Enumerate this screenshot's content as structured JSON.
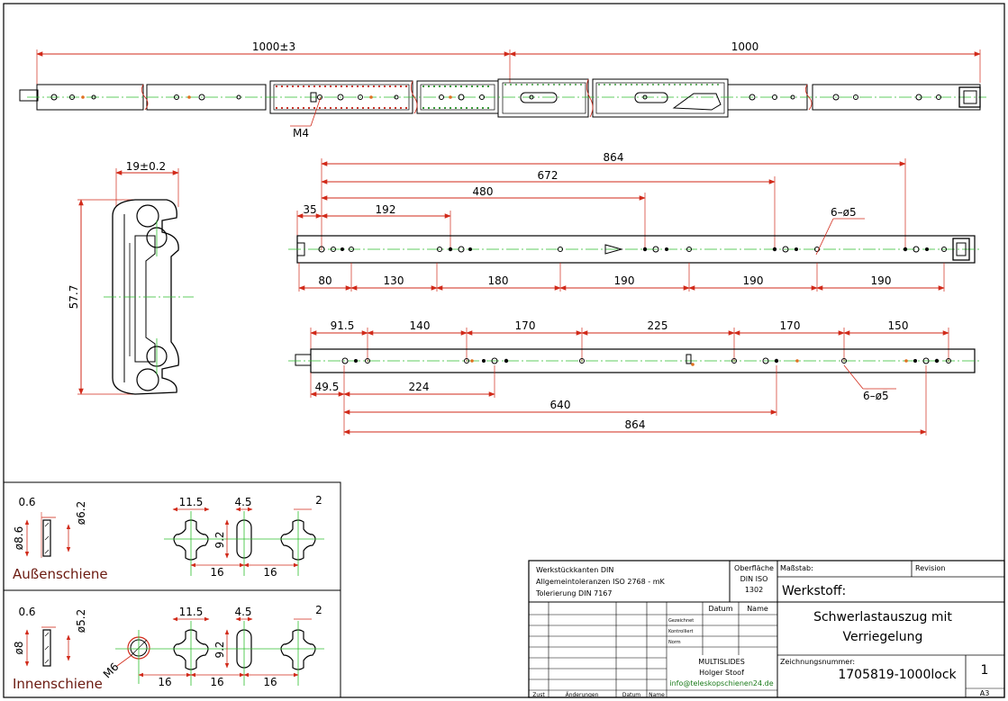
{
  "colors": {
    "dim_line": "#d12a1a",
    "center_line": "#2fbf2f",
    "outline": "#000000",
    "label": "#6b1a10",
    "mark_orange": "#e07020",
    "link": "#1a7a1a"
  },
  "top_view": {
    "dim_left": "1000±3",
    "dim_right": "1000",
    "thread_label": "M4"
  },
  "cross_section": {
    "width": "19±0.2",
    "height": "57.7"
  },
  "outer_rail": {
    "top_dims": [
      "864",
      "672",
      "480",
      "192",
      "35"
    ],
    "hole_label": "6–ø5",
    "bottom_dims": [
      "80",
      "130",
      "180",
      "190",
      "190",
      "190"
    ]
  },
  "inner_rail": {
    "top_dims": [
      "91.5",
      "140",
      "170",
      "225",
      "170",
      "150"
    ],
    "hole_label": "6–ø5",
    "bottom_dims": [
      "49.5",
      "224",
      "640",
      "864"
    ]
  },
  "details": {
    "outer": {
      "label": "Außenschiene",
      "dims": {
        "thick": "0.6",
        "d1": "ø6.2",
        "d2": "ø8.6",
        "w1": "11.5",
        "w2": "4.5",
        "w3": "2",
        "h": "9.2",
        "s1": "16",
        "s2": "16"
      }
    },
    "inner": {
      "label": "Innenschiene",
      "dims": {
        "thick": "0.6",
        "d1": "ø5.2",
        "d2": "ø8",
        "thread": "M6",
        "w1": "11.5",
        "w2": "4.5",
        "w3": "2",
        "h": "9.2",
        "s1": "16",
        "s2": "16",
        "s3": "16"
      }
    }
  },
  "title_block": {
    "notes": [
      "Werkstückkanten DIN",
      "Allgemeintoleranzen ISO 2768 - mK",
      "Tolerierung DIN 7167"
    ],
    "surface": [
      "Oberfläche",
      "DIN ISO",
      "1302"
    ],
    "scale_label": "Maßstab:",
    "revision_label": "Revision",
    "material_label": "Werkstoff:",
    "col_datum": "Datum",
    "col_name": "Name",
    "row_labels": [
      "Gezeichnet",
      "Kontrolliert",
      "Norm"
    ],
    "title_lines": [
      "Schwerlastauszug mit",
      "Verriegelung"
    ],
    "drawing_no_label": "Zeichnungsnummer:",
    "drawing_no": "1705819-1000lock",
    "company": [
      "MULTISLIDES",
      "Holger Stoof"
    ],
    "email": "info@teleskopschienen24.de",
    "sheet_no": "1",
    "format": "A3",
    "footer_cols": [
      "Zust",
      "Änderungen",
      "Datum",
      "Name"
    ]
  }
}
